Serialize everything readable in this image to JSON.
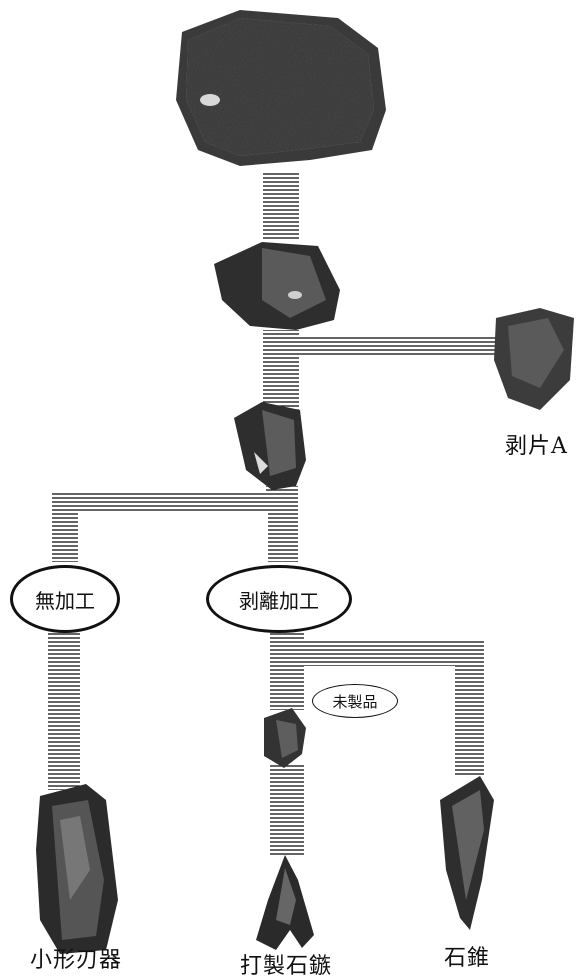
{
  "labels": {
    "flake_a": "剥片A",
    "no_processing": "無加工",
    "flake_processing": "剥離加工",
    "unfinished": "未製品",
    "small_blade": "小形刃器",
    "arrowhead": "打製石鏃",
    "drill": "石錐"
  },
  "colors": {
    "line": "#111111",
    "stone_dark": "#2e2e2e",
    "stone_mid": "#555555",
    "stone_light": "#8a8a8a"
  }
}
